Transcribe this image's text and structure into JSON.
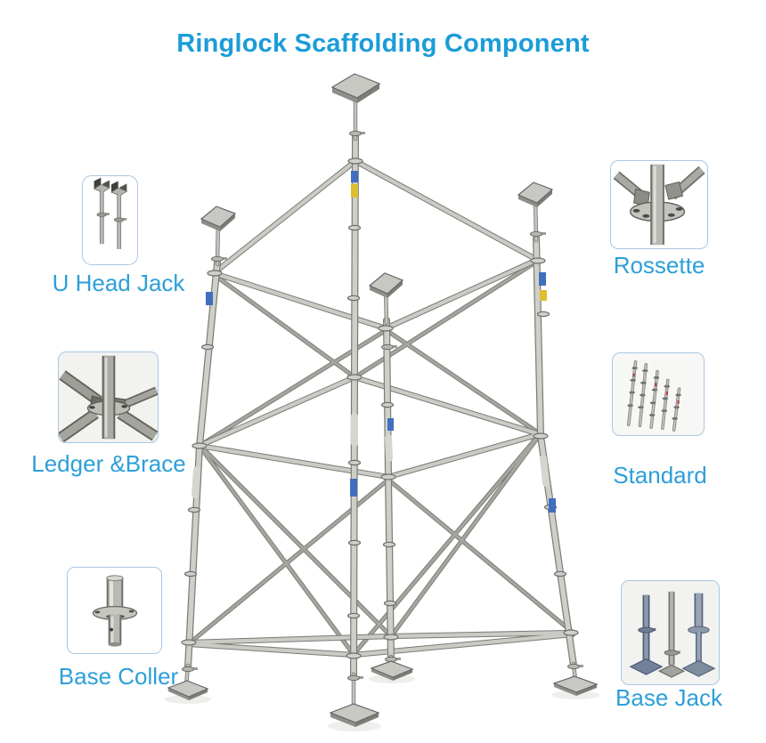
{
  "title": {
    "text": "Ringlock Scaffolding Component"
  },
  "components": {
    "u_head_jack": {
      "label": "U Head Jack"
    },
    "rossette": {
      "label": "Rossette"
    },
    "ledger_brace": {
      "label": "Ledger &Brace"
    },
    "standard": {
      "label": "Standard"
    },
    "base_coller": {
      "label": "Base Coller"
    },
    "base_jack": {
      "label": "Base Jack"
    }
  },
  "illustration": {
    "name": "ringlock-scaffolding-tower-photo"
  },
  "colors": {
    "title_blue": "#1b9cd9",
    "label_blue": "#2d9fd8",
    "card_border": "#a9c7e2",
    "steel_dark": "#7b7b75",
    "steel_light": "#cdcdc8"
  }
}
